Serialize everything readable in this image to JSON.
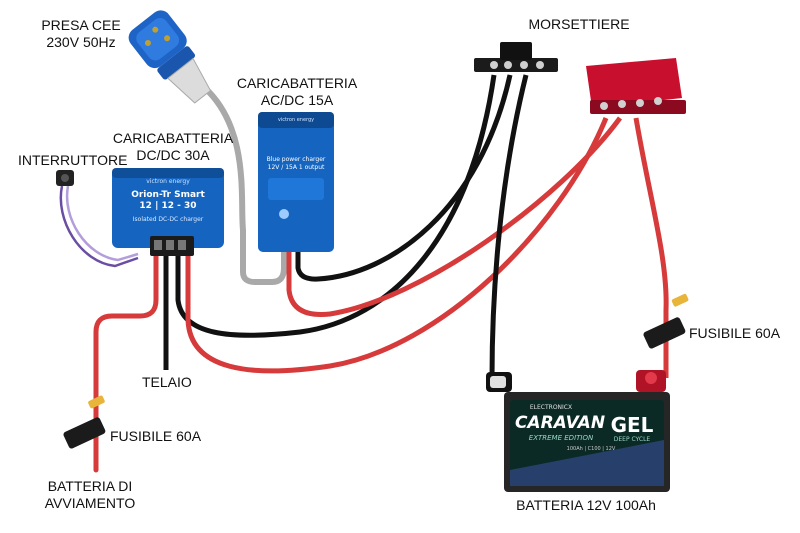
{
  "labels": {
    "cee_plug_line1": "PRESA CEE",
    "cee_plug_line2": "230V 50Hz",
    "ac_charger_line1": "CARICABATTERIA",
    "ac_charger_line2": "AC/DC 15A",
    "dc_charger_line1": "CARICABATTERIA",
    "dc_charger_line2": "DC/DC 30A",
    "switch": "INTERRUTTORE",
    "busbars": "MORSETTIERE",
    "chassis": "TELAIO",
    "fuse_right": "FUSIBILE 60A",
    "fuse_left": "FUSIBILE 60A",
    "starter_battery_line1": "BATTERIA DI",
    "starter_battery_line2": "AVVIAMENTO",
    "service_battery": "BATTERIA 12V 100Ah"
  },
  "dc_charger_device": {
    "brand": "victron energy",
    "model_line1": "Orion-Tr Smart",
    "model_line2": "12 | 12 - 30",
    "model_line3": "Isolated DC-DC charger"
  },
  "ac_charger_device": {
    "brand": "victron energy",
    "model_line1": "Blue power charger",
    "model_line2": "12V / 15A  1 output"
  },
  "battery_device": {
    "brand": "ELECTRONICX",
    "line1": "CARAVAN",
    "line2": "EXTREME EDITION",
    "badge": "GEL",
    "badge_sub": "DEEP CYCLE",
    "spec": "100Ah | C100 | 12V"
  },
  "colors": {
    "positive_wire": "#d63a3a",
    "negative_wire": "#111111",
    "ac_cable": "#a9a9a9",
    "victron_blue": "#1565c0",
    "busbar_red": "#c8102e",
    "switch_wire": "#7e57c2"
  }
}
